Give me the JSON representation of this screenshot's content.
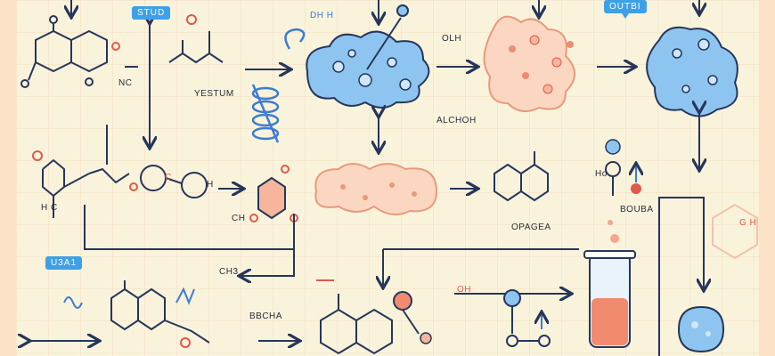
{
  "labels": {
    "tag_top_left": "STUD",
    "tag_top_right": "OUTBI",
    "tag_lower_left": "U3A1",
    "text_yestum": "YESTUM",
    "text_oh_top": "OLH",
    "text_dh": "DH H",
    "text_alchoh": "ALCHOH",
    "text_opagea": "OPAGEA",
    "text_bouba": "BOUBA",
    "text_bbcha": "BBCHA",
    "text_hc": "H C",
    "text_ch": "CH",
    "text_nc": "NC",
    "text_gh_right": "G H",
    "text_ho": "Ho",
    "text_oh_small": "OH",
    "text_ch3": "CH3",
    "text_oc": "C",
    "text_h_mid": "H"
  },
  "colors": {
    "line": "#26365a",
    "accent_blue": "#3ea0e6",
    "cloud_blue": "#8ec5f0",
    "cloud_orange": "#f7c4a6",
    "red": "#e0594a"
  }
}
